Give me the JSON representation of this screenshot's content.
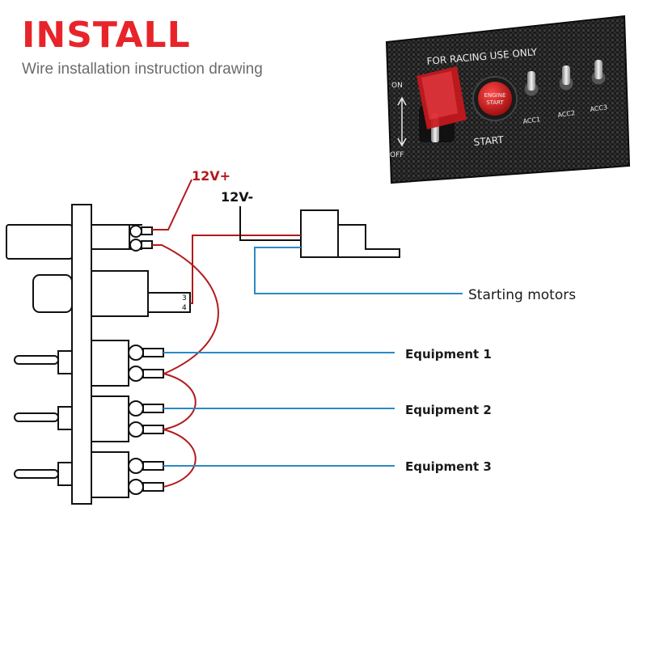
{
  "header": {
    "title": "INSTALL",
    "subtitle": "Wire installation instruction drawing"
  },
  "wiring": {
    "positive_label": "12V+",
    "negative_label": "12V-",
    "starter_label": "Starting motors",
    "pin_3": "3",
    "pin_4": "4",
    "equipment": [
      "Equipment 1",
      "Equipment 2",
      "Equipment 3"
    ]
  },
  "panel_photo": {
    "top_text": "FOR RACING USE ONLY",
    "on_label": "ON",
    "off_label": "OFF",
    "engine_start": [
      "ENGINE",
      "START"
    ],
    "start_label": "START",
    "acc_labels": [
      "ACC1",
      "ACC2",
      "ACC3"
    ]
  },
  "colors": {
    "title": "#e8242b",
    "positive_wire": "#b3191c",
    "negative_wire": "#111111",
    "signal_wire": "#2a8ac4",
    "panel_bg": "#1b1b1b",
    "button_red": "#d01a1a"
  }
}
